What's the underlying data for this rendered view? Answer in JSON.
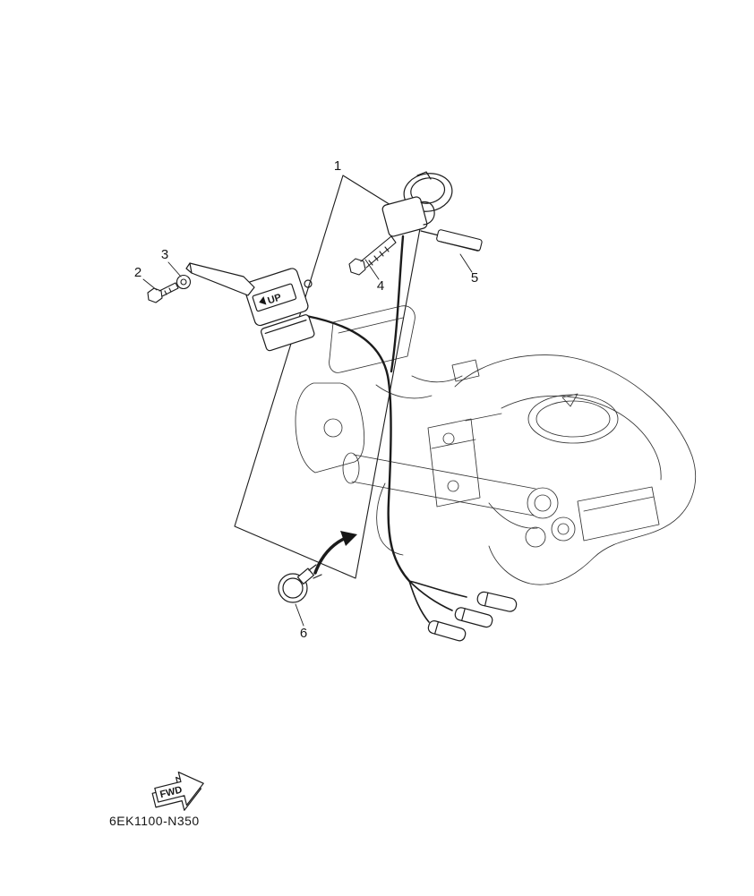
{
  "page": {
    "background_color": "#ffffff",
    "line_color": "#1c1c1c"
  },
  "diagram": {
    "part_code": "6EK1100-N350",
    "callouts": [
      {
        "label": "1"
      },
      {
        "label": "2"
      },
      {
        "label": "3"
      },
      {
        "label": "4"
      },
      {
        "label": "5"
      },
      {
        "label": "6"
      }
    ],
    "markings": {
      "up": "UP",
      "fwd": "FWD"
    }
  }
}
